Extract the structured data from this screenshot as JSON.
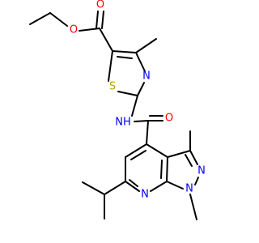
{
  "colors": {
    "bond": "#000000",
    "carbon": "#000000",
    "oxygen": "#ff0000",
    "nitrogen": "#0000ff",
    "sulfur": "#b8a300"
  },
  "atoms": {
    "o_carbonyl_ester": "O",
    "o_ester": "O",
    "s_thiazole": "S",
    "n_thiazole": "N",
    "nh_amide": "NH",
    "o_amide": "O",
    "n_pyrazole_2": "N",
    "n_pyrazole_1": "N",
    "n_pyridine": "N"
  }
}
